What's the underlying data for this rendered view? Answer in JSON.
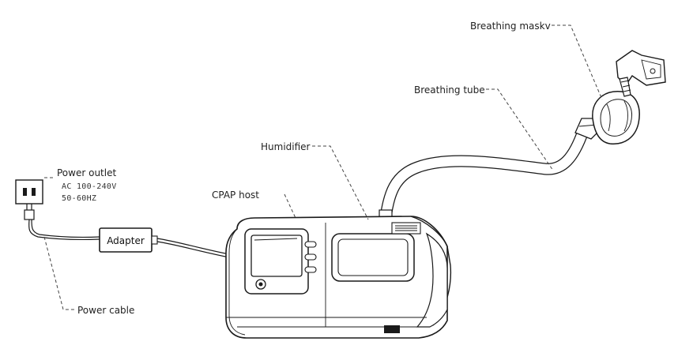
{
  "labels": {
    "mask": "Breathing maskv",
    "tube": "Breathing tube",
    "humidifier": "Humidifier",
    "host": "CPAP host",
    "outlet": "Power outlet",
    "cable": "Power cable",
    "adapter": "Adapter"
  },
  "outlet_spec": {
    "voltage": "AC 100-240V",
    "frequency": "50-60HZ"
  }
}
